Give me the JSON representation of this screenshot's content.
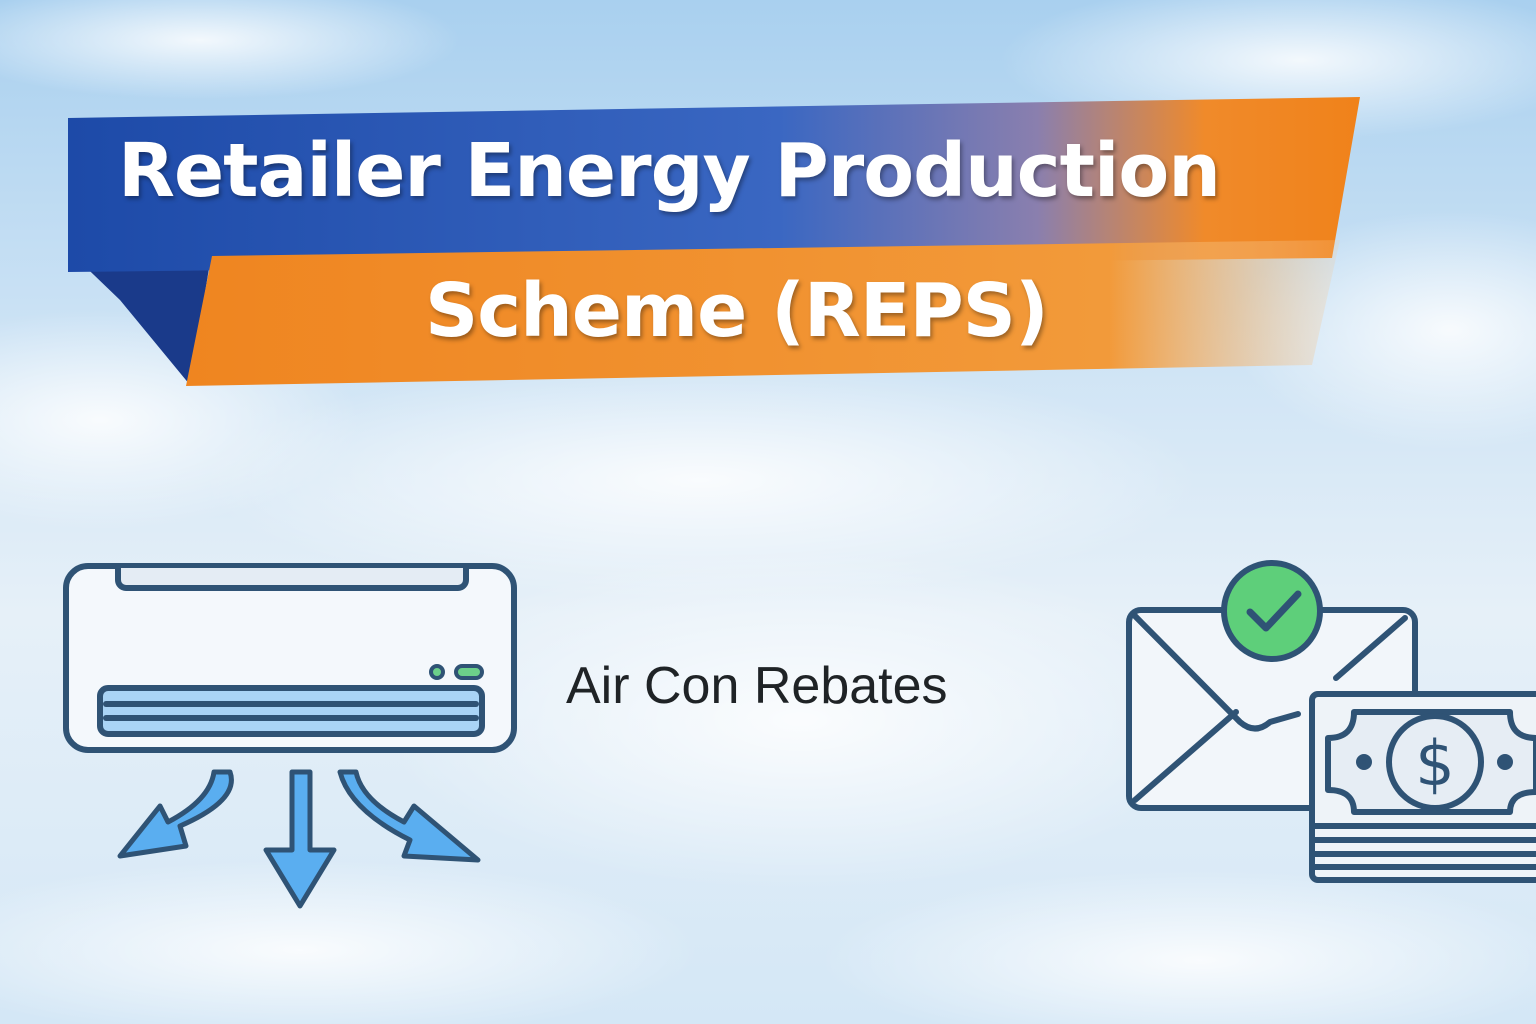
{
  "banner": {
    "line1": "Retailer Energy Production",
    "line2": "Scheme (REPS)"
  },
  "caption": "Air Con Rebates",
  "icons": [
    "air-conditioner-icon",
    "airflow-arrow-icon",
    "envelope-icon",
    "checkmark-icon",
    "money-stack-icon",
    "dollar-icon"
  ],
  "colors": {
    "blue": "#1f4fb0",
    "orange": "#f0881e",
    "stroke": "#2f5375",
    "check": "#5ecf7a",
    "airflow": "#5aaef0"
  }
}
